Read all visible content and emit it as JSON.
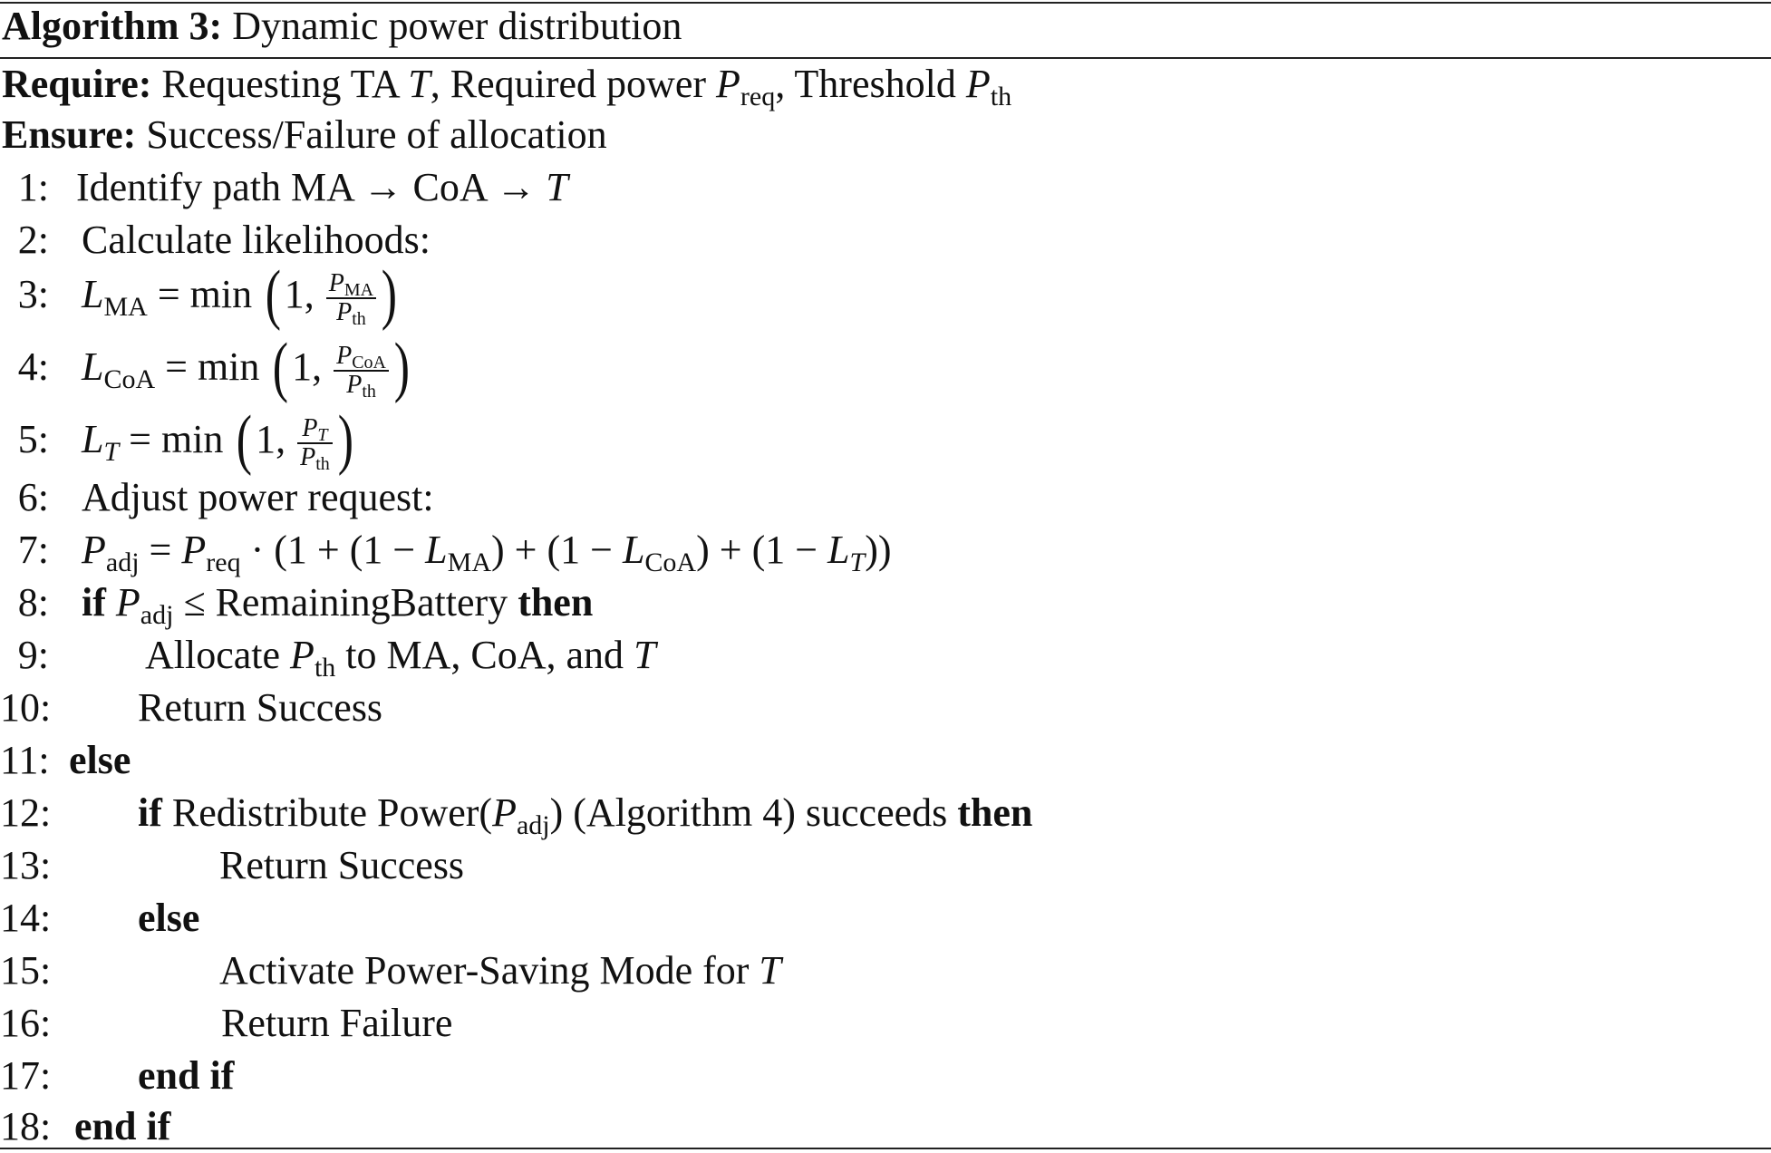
{
  "algorithm": {
    "label": "Algorithm 3:",
    "title": "Dynamic power distribution"
  },
  "require": {
    "label": "Require:",
    "text": "Requesting TA T, Required power Preq, Threshold Pth"
  },
  "ensure": {
    "label": "Ensure:",
    "text": "Success/Failure of allocation"
  },
  "steps": [
    {
      "n": "1:",
      "text": "Identify path MA → CoA → T"
    },
    {
      "n": "2:",
      "text": "Calculate likelihoods:"
    },
    {
      "n": "3:",
      "text": "L_MA = min(1, P_MA / P_th)"
    },
    {
      "n": "4:",
      "text": "L_CoA = min(1, P_CoA / P_th)"
    },
    {
      "n": "5:",
      "text": "L_T = min(1, P_T / P_th)"
    },
    {
      "n": "6:",
      "text": "Adjust power request:"
    },
    {
      "n": "7:",
      "text": "P_adj = P_req · (1 + (1 − L_MA) + (1 − L_CoA) + (1 − L_T))"
    },
    {
      "n": "8:",
      "text": "if P_adj ≤ RemainingBattery then"
    },
    {
      "n": "9:",
      "text": "Allocate P_th to MA, CoA, and T"
    },
    {
      "n": "10:",
      "text": "Return Success"
    },
    {
      "n": "11:",
      "text": "else"
    },
    {
      "n": "12:",
      "text": "if Redistribute Power(P_adj) (Algorithm 4) succeeds then"
    },
    {
      "n": "13:",
      "text": "Return Success"
    },
    {
      "n": "14:",
      "text": "else"
    },
    {
      "n": "15:",
      "text": "Activate Power-Saving Mode for T"
    },
    {
      "n": "16:",
      "text": "Return Failure"
    },
    {
      "n": "17:",
      "text": "end if"
    },
    {
      "n": "18:",
      "text": "end if"
    }
  ]
}
